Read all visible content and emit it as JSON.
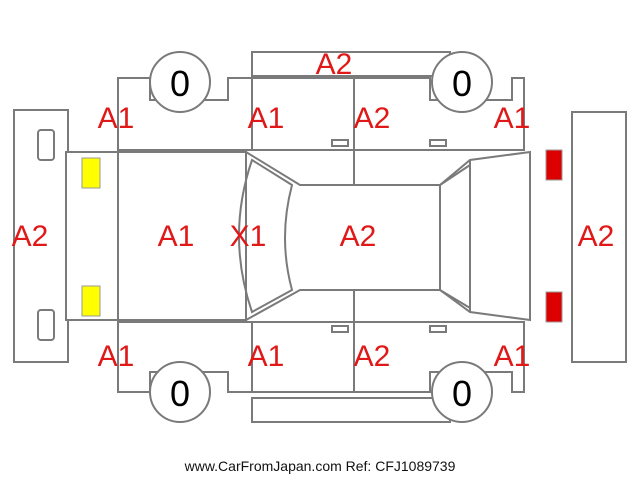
{
  "colors": {
    "label": "#e01818",
    "outline": "#7a7a7a",
    "headlight": "#ffff00",
    "taillight": "#dd0000"
  },
  "grades": {
    "roof": "A2",
    "front_left_fender": "A1",
    "front_left_door": "A1",
    "rear_left_door": "A2",
    "rear_left_fender": "A1",
    "front_bumper": "A2",
    "hood": "A1",
    "windshield": "X1",
    "cabin_roof": "A2",
    "rear_bumper": "A2",
    "front_right_fender": "A1",
    "front_right_door": "A1",
    "rear_right_door": "A2",
    "rear_right_fender": "A1"
  },
  "tires": {
    "front_left": "0",
    "rear_left": "0",
    "front_right": "0",
    "rear_right": "0"
  },
  "footer": "www.CarFromJapan.com Ref: CFJ1089739"
}
